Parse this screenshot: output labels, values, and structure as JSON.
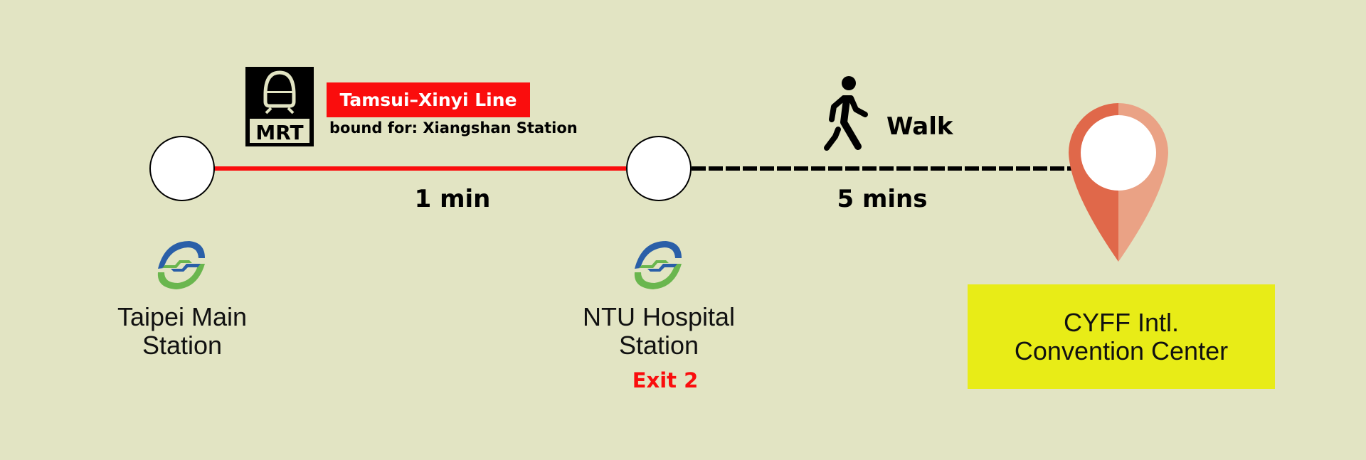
{
  "colors": {
    "background": "#e2e4c3",
    "line_red": "#fa0d0d",
    "pin_dark": "#e0684a",
    "pin_light": "#eaa285",
    "dest_box": "#e8ec17",
    "logo_blue": "#2a5fa8",
    "logo_green": "#6ab64e"
  },
  "mrt_icon": {
    "label": "MRT",
    "icon": "train-icon"
  },
  "ride": {
    "line_name": "Tamsui–Xinyi Line",
    "bound_for": "bound for: Xiangshan Station",
    "duration": "1 min"
  },
  "walk": {
    "label": "Walk",
    "duration": "5 mins",
    "icon": "walking-person-icon"
  },
  "stations": [
    {
      "name_line1": "Taipei Main",
      "name_line2": "Station"
    },
    {
      "name_line1": "NTU Hospital",
      "name_line2": "Station",
      "exit": "Exit 2"
    }
  ],
  "destination": {
    "line1": "CYFF Intl.",
    "line2": "Convention Center",
    "icon": "location-pin-icon"
  }
}
